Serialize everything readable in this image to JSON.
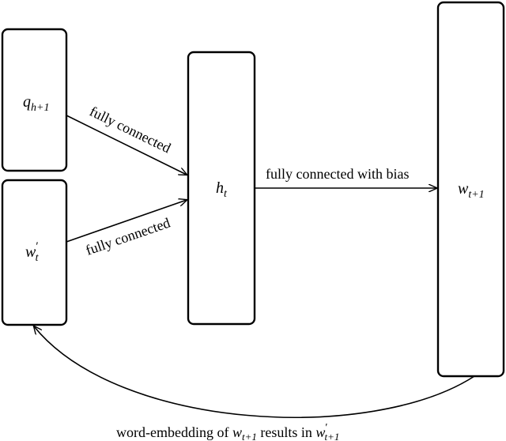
{
  "nodes": {
    "q": {
      "var": "q",
      "sub": "h+1"
    },
    "w_prime": {
      "var": "w",
      "sup": "′",
      "sub": "t"
    },
    "h": {
      "var": "h",
      "sub": "t"
    },
    "w_next": {
      "var": "w",
      "sub": "t+1"
    }
  },
  "edges": {
    "q_to_h": "fully connected",
    "wprime_to_h": "fully connected",
    "h_to_wnext": "fully connected with bias"
  },
  "feedback": {
    "text_before": "word-embedding of ",
    "var1": "w",
    "sub1": "t+1",
    "text_mid": " results in ",
    "var2": "w",
    "sup2": "′",
    "sub2": "t+1"
  }
}
